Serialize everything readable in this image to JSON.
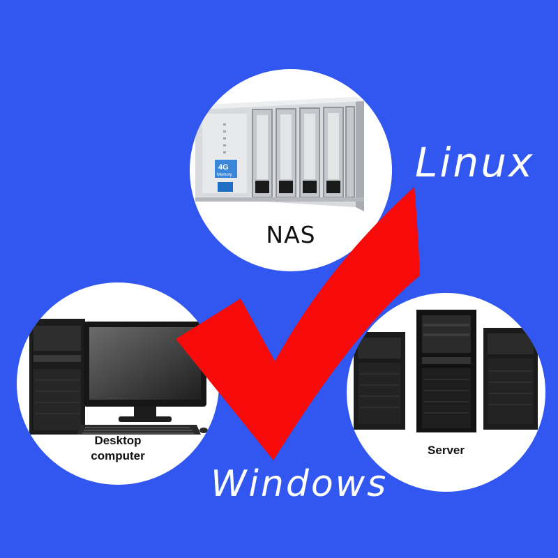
{
  "labels": {
    "nas": "NAS",
    "desktop_line1": "Desktop",
    "desktop_line2": "computer",
    "server": "Server",
    "linux": "Linux",
    "windows": "Windows"
  },
  "colors": {
    "background": "#3157f0",
    "check": "#f70a0a",
    "circle": "#ffffff"
  },
  "device_badge": {
    "memory_size": "4G",
    "memory_text": "Memory"
  },
  "icons": [
    "nas-device-icon",
    "desktop-computer-icon",
    "server-tower-icon",
    "checkmark-icon"
  ]
}
